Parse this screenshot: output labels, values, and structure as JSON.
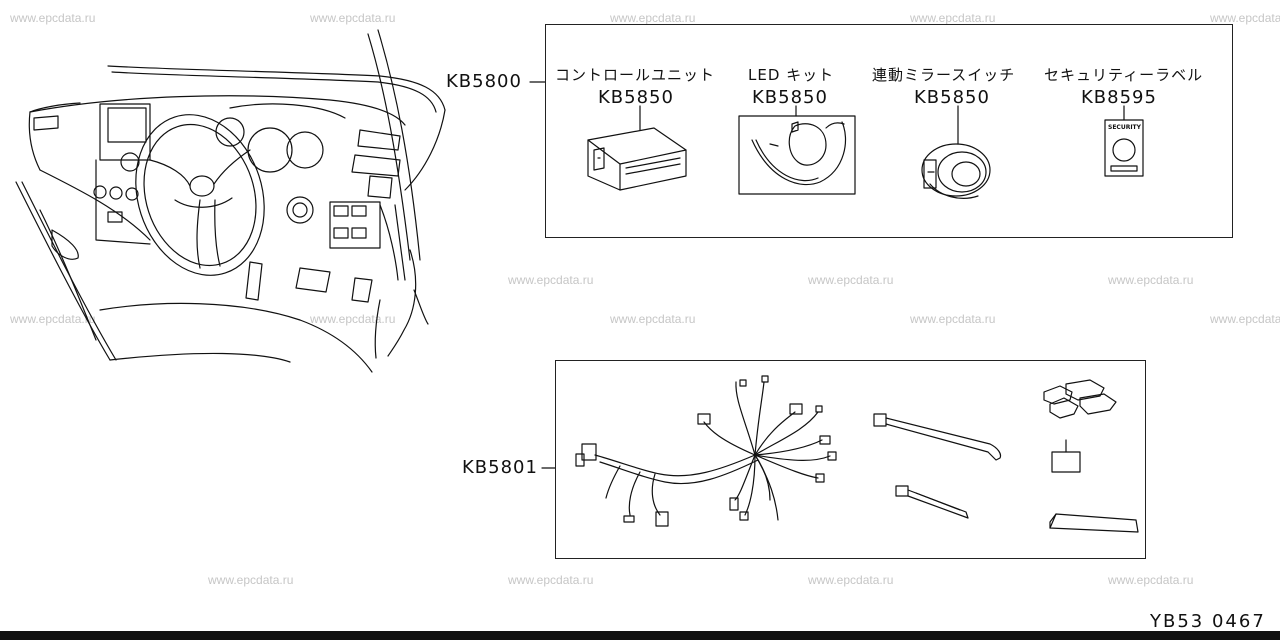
{
  "watermark": {
    "text": "www.epcdata.ru"
  },
  "groups": [
    {
      "code": "KB5800",
      "items": [
        {
          "name": "コントロールユニット",
          "code": "KB5850"
        },
        {
          "name": "LED キット",
          "code": "KB5850"
        },
        {
          "name": "連動ミラースイッチ",
          "code": "KB5850"
        },
        {
          "name": "セキュリティーラベル",
          "code": "KB8595"
        }
      ]
    },
    {
      "code": "KB5801"
    }
  ],
  "figure_number": "YB53 0467"
}
